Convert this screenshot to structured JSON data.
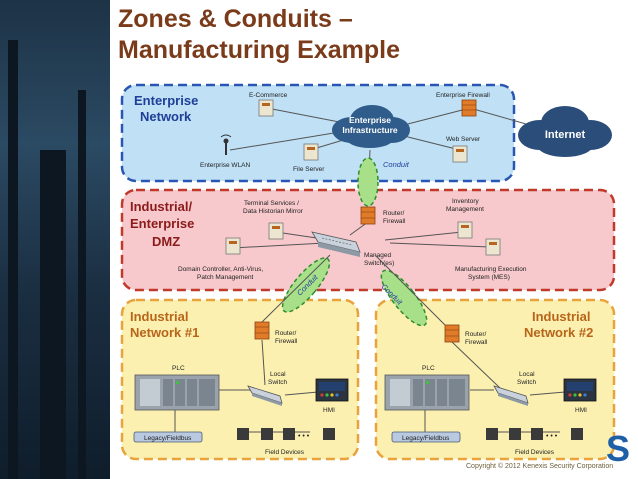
{
  "slide": {
    "title_line1": "Zones & Conduits –",
    "title_line2": "Manufacturing Example",
    "copyright": "Copyright © 2012 Kenexis Security Corporation",
    "logo_letter": "S"
  },
  "zones": {
    "enterprise": {
      "label_line1": "Enterprise",
      "label_line2": "Network",
      "fill": "#bfe0f5",
      "border": "#2a56b3",
      "devices": {
        "ecommerce": "E-Commerce",
        "infra_line1": "Enterprise",
        "infra_line2": "Infrastructure",
        "firewall": "Enterprise Firewall",
        "web_server": "Web Server",
        "file_server": "File Server",
        "wlan": "Enterprise WLAN",
        "internet": "Internet"
      }
    },
    "dmz": {
      "label_line1": "Industrial/",
      "label_line2": "Enterprise",
      "label_line3": "DMZ",
      "fill": "#f7c9cc",
      "border": "#c0392b",
      "devices": {
        "terminal_line1": "Terminal Services /",
        "terminal_line2": "Data Historian Mirror",
        "router_line1": "Router/",
        "router_line2": "Firewall",
        "inventory_line1": "Inventory",
        "inventory_line2": "Management",
        "domain_line1": "Domain Controller, Anti-Virus,",
        "domain_line2": "Patch Management",
        "switch_line1": "Managed",
        "switch_line2": "Switch(es)",
        "mes_line1": "Manufacturing Execution",
        "mes_line2": "System (MES)"
      }
    },
    "industrial1": {
      "label_line1": "Industrial",
      "label_line2": "Network #1",
      "fill": "#fbf0b0",
      "border": "#e8a33d",
      "devices": {
        "router_line1": "Router/",
        "router_line2": "Firewall",
        "plc": "PLC",
        "switch_line1": "Local",
        "switch_line2": "Switch",
        "hmi": "HMI",
        "legacy": "Legacy/Fieldbus",
        "field": "Field Devices",
        "dots": "• • •"
      }
    },
    "industrial2": {
      "label_line1": "Industrial",
      "label_line2": "Network #2",
      "fill": "#fbf0b0",
      "border": "#e8a33d",
      "devices": {
        "router_line1": "Router/",
        "router_line2": "Firewall",
        "plc": "PLC",
        "switch_line1": "Local",
        "switch_line2": "Switch",
        "hmi": "HMI",
        "legacy": "Legacy/Fieldbus",
        "field": "Field Devices",
        "dots": "• • •"
      }
    }
  },
  "conduits": {
    "top": "Conduit",
    "left": "Conduit",
    "right": "Conduit",
    "fill": "#a8e08a",
    "border": "#2e8b2e"
  }
}
